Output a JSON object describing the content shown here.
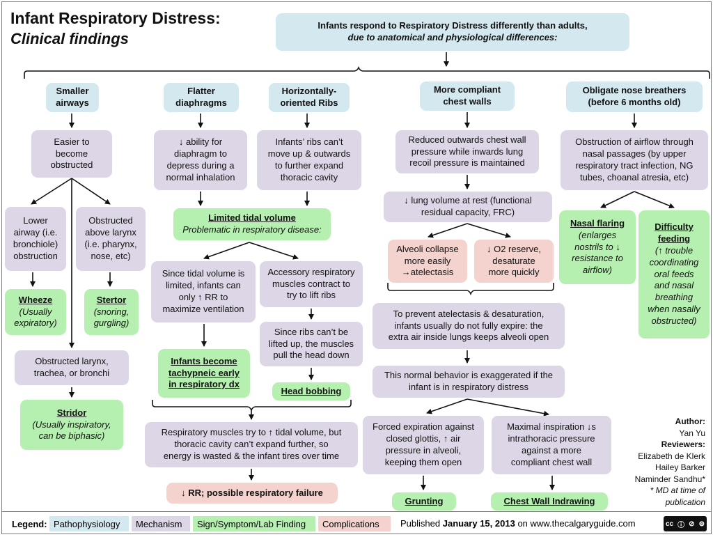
{
  "title": {
    "line1": "Infant Respiratory Distress:",
    "line2": "Clinical findings"
  },
  "intro": {
    "line1": "Infants respond to Respiratory Distress differently than adults,",
    "line2": "due to anatomical and physiological differences:"
  },
  "columns": {
    "airways": {
      "header": [
        "Smaller",
        "airways"
      ],
      "easier": [
        "Easier to",
        "become",
        "obstructed"
      ],
      "lower": [
        "Lower",
        "airway (i.e.",
        "bronchiole)",
        "obstruction"
      ],
      "above": [
        "Obstructed",
        "above larynx",
        "(i.e. pharynx,",
        "nose, etc)"
      ],
      "wheeze": {
        "title": "Wheeze",
        "desc": [
          "(Usually",
          "expiratory)"
        ]
      },
      "stertor": {
        "title": "Stertor",
        "desc": [
          "(snoring,",
          "gurgling)"
        ]
      },
      "larynx": [
        "Obstructed larynx,",
        "trachea, or bronchi"
      ],
      "stridor": {
        "title": "Stridor",
        "desc": [
          "(Usually inspiratory,",
          "can be biphasic)"
        ]
      }
    },
    "diaphragm": {
      "header": [
        "Flatter",
        "diaphragms"
      ],
      "effect": [
        "↓ ability for",
        "diaphragm to",
        "depress during a",
        "normal inhalation"
      ]
    },
    "ribs": {
      "header": [
        "Horizontally-",
        "oriented  Ribs"
      ],
      "effect": [
        "Infants’ ribs can’t",
        "move up & outwards",
        "to further expand",
        "thoracic cavity"
      ]
    },
    "tidal": {
      "title": "Limited tidal volume",
      "subtitle": "Problematic in respiratory disease:",
      "since": [
        "Since tidal volume is",
        "limited, infants can",
        "only ↑ RR to",
        "maximize ventilation"
      ],
      "tachypneic": [
        "Infants become",
        "tachypneic early",
        "in respiratory dx"
      ],
      "accessory": [
        "Accessory respiratory",
        "muscles contract to",
        "try to lift ribs"
      ],
      "cant_lift": [
        "Since ribs can’t be",
        "lifted up, the muscles",
        "pull the head down"
      ],
      "head_bobbing": "Head bobbing",
      "energy": [
        "Respiratory muscles try to ↑ tidal volume, but",
        "thoracic cavity can’t expand further, so",
        "energy is wasted & the infant tires over time"
      ],
      "failure": "↓ RR; possible respiratory failure"
    },
    "chest": {
      "header": [
        "More compliant",
        "chest walls"
      ],
      "reduced": [
        "Reduced outwards chest wall",
        "pressure while inwards lung",
        "recoil pressure is maintained"
      ],
      "frc": [
        "↓ lung volume at rest (functional",
        "residual capacity, FRC)"
      ],
      "collapse": [
        "Alveoli collapse",
        "more easily",
        "→atelectasis"
      ],
      "o2": [
        "↓ O2 reserve,",
        "desaturate",
        "more quickly"
      ],
      "prevent": [
        "To prevent atelectasis & desaturation,",
        "infants usually do not fully expire: the",
        "extra air inside lungs keeps alveoli open"
      ],
      "exaggerated": [
        "This normal behavior is exaggerated if the",
        "infant is in respiratory distress"
      ],
      "forced": [
        "Forced expiration against",
        "closed glottis, ↑ air",
        "pressure in alveoli,",
        "keeping them open"
      ],
      "maximal": [
        "Maximal inspiration ↓s",
        "intrathoracic pressure",
        "against a more",
        "compliant chest wall"
      ],
      "grunting": "Grunting",
      "indrawing": "Chest Wall Indrawing"
    },
    "nose": {
      "header": [
        "Obligate nose breathers",
        "(before 6 months old)"
      ],
      "obstruction": [
        "Obstruction of airflow through",
        "nasal passages (by upper",
        "respiratory tract infection, NG",
        "tubes, choanal atresia, etc)"
      ],
      "flaring": {
        "title": "Nasal flaring",
        "desc": [
          "(enlarges",
          "nostrils to ↓",
          "resistance to",
          "airflow)"
        ]
      },
      "feeding": {
        "title": [
          "Difficulty",
          "feeding"
        ],
        "desc": [
          "(↑ trouble",
          "coordinating",
          "oral feeds",
          "and nasal",
          "breathing",
          "when nasally",
          "obstructed)"
        ]
      }
    }
  },
  "credits": {
    "author_label": "Author:",
    "author": "Yan Yu",
    "reviewers_label": "Reviewers:",
    "reviewers": [
      "Elizabeth de Klerk",
      "Hailey Barker",
      "Naminder Sandhu*"
    ],
    "note": [
      "* MD at time of",
      "publication"
    ]
  },
  "legend": {
    "label": "Legend:",
    "items": [
      {
        "label": "Pathophysiology",
        "color": "#d3e8ef"
      },
      {
        "label": "Mechanism",
        "color": "#ddd6e6"
      },
      {
        "label": "Sign/Symptom/Lab Finding",
        "color": "#b6f0b0"
      },
      {
        "label": "Complications",
        "color": "#f4d2cd"
      }
    ]
  },
  "footer": {
    "published_prefix": "Published",
    "date": "January 15, 2013",
    "site": "on www.thecalgaryguide.com",
    "license": "cc"
  },
  "colors": {
    "pathophysiology": "#d3e8ef",
    "mechanism": "#ddd6e6",
    "finding": "#b6f0b0",
    "complication": "#f4d2cd"
  }
}
